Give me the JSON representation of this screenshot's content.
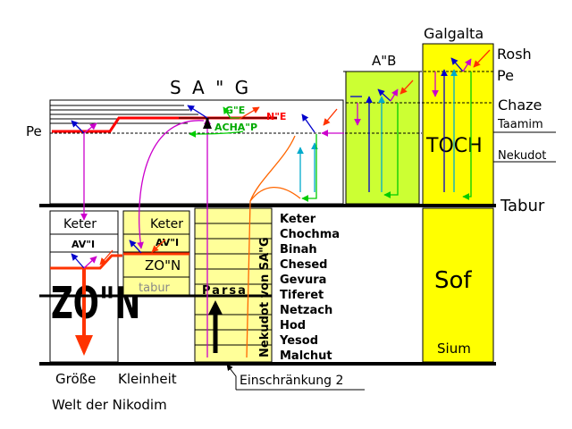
{
  "titles": {
    "sag": "S A \" G",
    "ab": "A\"B",
    "galgalta": "Galgalta"
  },
  "right_labels": {
    "rosh": "Rosh",
    "pe": "Pe",
    "chaze": "Chaze",
    "taamim": "Taamim",
    "nekudot": "Nekudot",
    "tabur": "Tabur"
  },
  "galgalta_inner": {
    "toch": "TOCH",
    "sof": "Sof",
    "sium": "Sium"
  },
  "sag_labels": {
    "pe": "Pe",
    "ge": "G\"E",
    "ne": "N\"E",
    "achap": "ACHA\"P"
  },
  "left_column": {
    "keter": "Keter",
    "avi": "AV\"I",
    "zon_big": "ZO\"N"
  },
  "mid_column": {
    "keter": "Keter",
    "avi": "AV\"I",
    "zon": "ZO\"N",
    "tabur": "tabur"
  },
  "parsa": "Parsa",
  "nekudot_vertical": "Nekudot von SA\"G",
  "sefirot": [
    "Keter",
    "Chochma",
    "Binah",
    "Chesed",
    "Gevura",
    "Tiferet",
    "Netzach",
    "Hod",
    "Yesod",
    "Malchut"
  ],
  "bottom": {
    "groesse": "Größe",
    "kleinheit": "Kleinheit",
    "welt": "Welt der Nikodim",
    "einschraenkung": "Einschränkung 2"
  },
  "colors": {
    "ab_fill": "#ccff33",
    "galgalta_fill": "#ffff00",
    "light_yellow": "#ffff99",
    "arrow_blue": "#0000cc",
    "arrow_cyan": "#00aacc",
    "arrow_green": "#00cc00",
    "arrow_magenta": "#cc00cc",
    "arrow_red": "#ff3300",
    "arrow_orange": "#ff6600",
    "label_green": "#00aa00",
    "label_red": "#ff0000"
  }
}
